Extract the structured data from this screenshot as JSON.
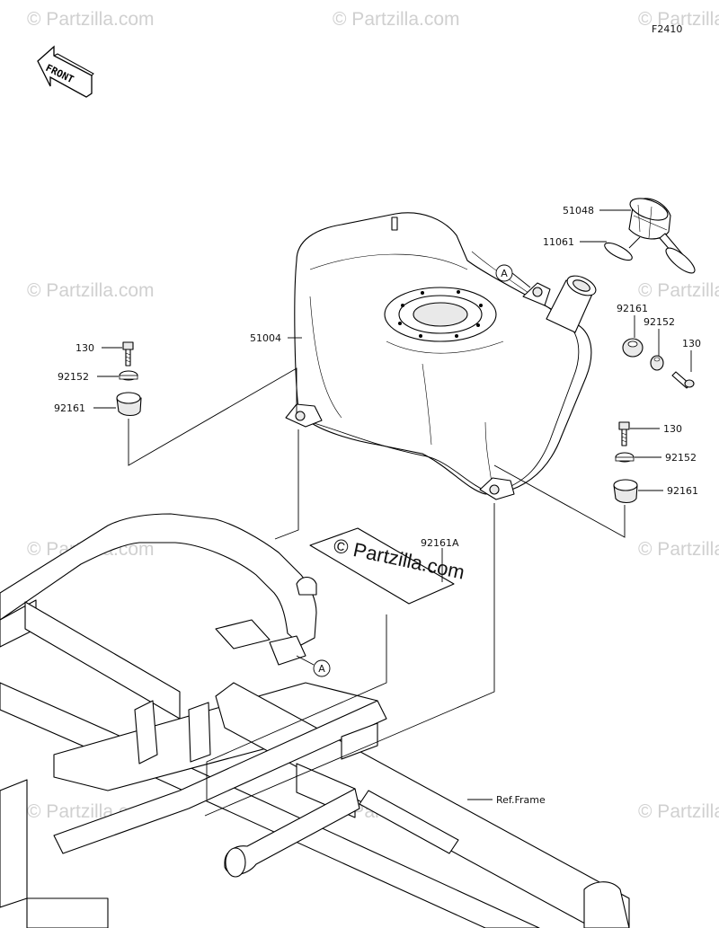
{
  "figure_code": "F2410",
  "front_arrow": "FRONT",
  "watermark": "© Partzilla.com",
  "callouts": {
    "cap": "51048",
    "gasket": "11061",
    "tank": "51004",
    "bolt_left": "130",
    "collar_left": "92152",
    "damper_left": "92161",
    "damper_right_top": "92161",
    "collar_right_top": "92152",
    "bolt_right_top": "130",
    "bolt_right": "130",
    "collar_right": "92152",
    "damper_right": "92161",
    "pad": "92161A",
    "frame_ref": "Ref.Frame",
    "ref_a_tank": "A",
    "ref_a_frame": "A"
  }
}
